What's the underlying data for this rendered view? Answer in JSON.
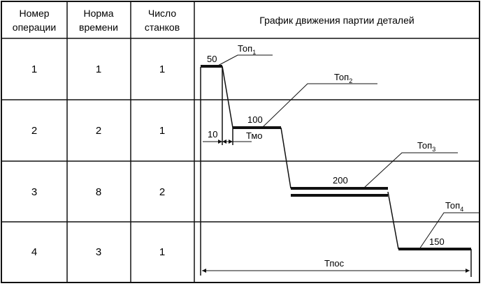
{
  "table": {
    "headers": {
      "op_number": [
        "Номер",
        "операции"
      ],
      "time_norm": [
        "Норма",
        "времени"
      ],
      "machine_count": [
        "Число",
        "станков"
      ],
      "chart_title": "График движения партии деталей"
    },
    "rows": [
      {
        "op": "1",
        "norm": "1",
        "machines": "1"
      },
      {
        "op": "2",
        "norm": "2",
        "machines": "1"
      },
      {
        "op": "3",
        "norm": "8",
        "machines": "2"
      },
      {
        "op": "4",
        "norm": "3",
        "machines": "1"
      }
    ]
  },
  "graph": {
    "bar_values": [
      "50",
      "100",
      "200",
      "150"
    ],
    "op_labels": [
      {
        "main": "Топ",
        "sub": "1"
      },
      {
        "main": "Топ",
        "sub": "2"
      },
      {
        "main": "Топ",
        "sub": "3"
      },
      {
        "main": "Топ",
        "sub": "4"
      }
    ],
    "offset_value": "10",
    "tmo_label": "Тмо",
    "tpos_label": "Тпос"
  }
}
